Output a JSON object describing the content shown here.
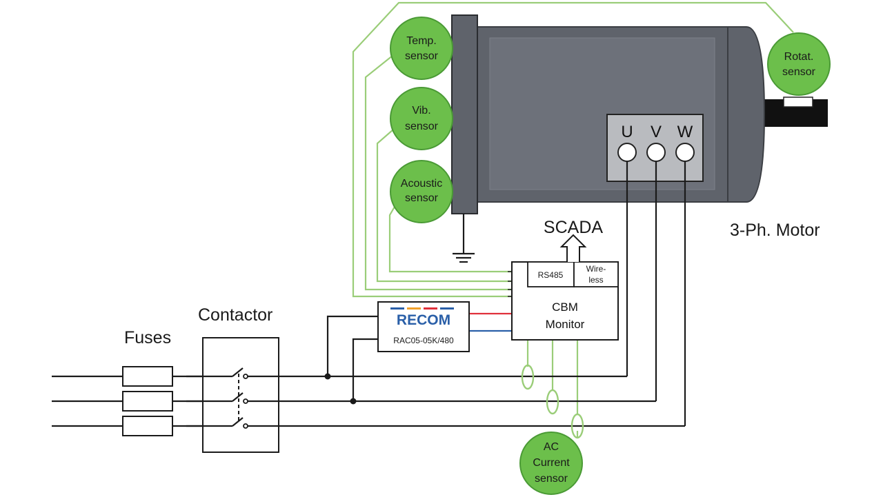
{
  "colors": {
    "sensor_fill": "#6cbf4b",
    "signal_wire": "#9acd78",
    "motor_body": "#5f636b",
    "motor_panel": "#6d717a",
    "power_wire": "#1a1a1a",
    "recom_blue": "#2a5fa8",
    "dc_positive": "#e0303a",
    "dc_negative": "#2a5fa8"
  },
  "sensors": {
    "temp": [
      "Temp.",
      "sensor"
    ],
    "vib": [
      "Vib.",
      "sensor"
    ],
    "acoustic": [
      "Acoustic",
      "sensor"
    ],
    "rotat": [
      "Rotat.",
      "sensor"
    ],
    "current": [
      "AC",
      "Current",
      "sensor"
    ]
  },
  "motor": {
    "label": "3-Ph. Motor",
    "terminals": [
      "U",
      "V",
      "W"
    ]
  },
  "scada": {
    "label": "SCADA"
  },
  "monitor": {
    "rs485": "RS485",
    "wireless": [
      "Wire-",
      "less"
    ],
    "title": [
      "CBM",
      "Monitor"
    ]
  },
  "power_supply": {
    "brand": "RECOM",
    "model": "RAC05-05K/480"
  },
  "contactor": {
    "label": "Contactor"
  },
  "fuses": {
    "label": "Fuses"
  }
}
